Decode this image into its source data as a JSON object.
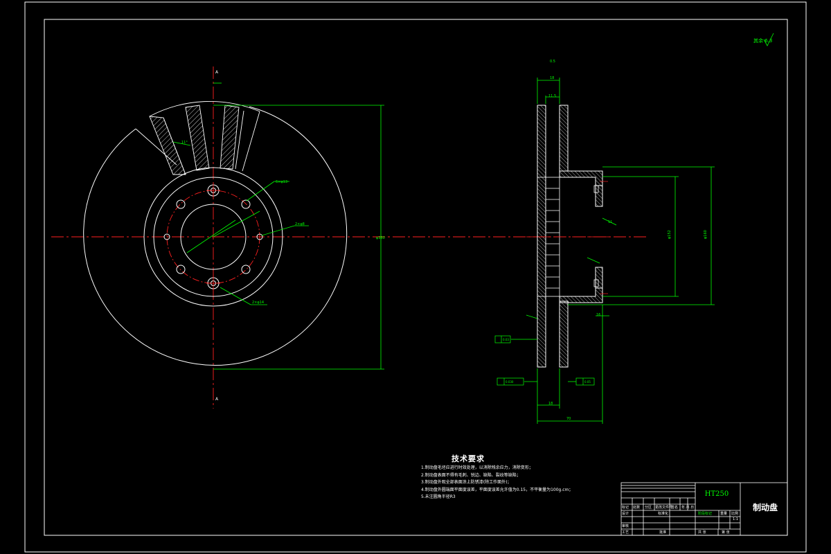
{
  "technical_requirements": {
    "title": "技术要求",
    "items": [
      "1.制动盘毛坯应进行时效处理，以消除残余应力，消除变形；",
      "2.制动盘表面不得有毛刺、锐边、缺陷、裂纹等缺陷；",
      "3.制动盘外观全部表面涂上防锈漆(除工作面外)；",
      "4.制动盘外圆端面平面度误差，平面度误差允许值为0.15，不平衡量为100g.cm；",
      "5.未注圆角半径R3"
    ]
  },
  "title_block": {
    "material": "HT250",
    "part_name": "制动盘",
    "labels": [
      "标记",
      "处数",
      "分区",
      "更改文件号",
      "签名",
      "年.月.日",
      "设计",
      "标准化",
      "审核",
      "工艺",
      "批准",
      "阶段标记",
      "重量",
      "比例",
      "共 张",
      "第 张"
    ],
    "scale": "1:1"
  },
  "roughness_note": "其余 6.3"
}
